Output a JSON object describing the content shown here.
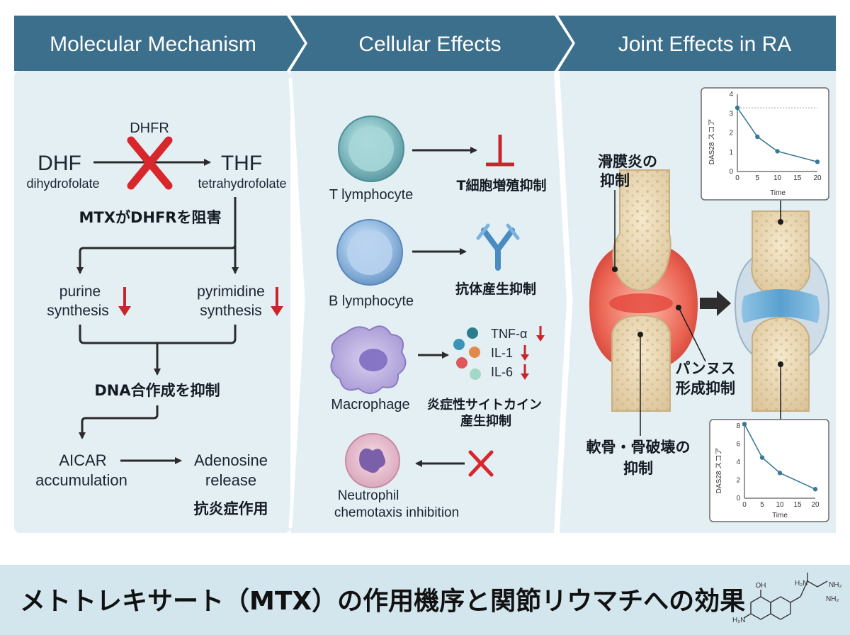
{
  "headers": {
    "molecular": "Molecular Mechanism",
    "cellular": "Cellular Effects",
    "joint": "Joint Effects in RA"
  },
  "molecular": {
    "enzyme": "DHFR",
    "dhf": "DHF",
    "dhf_full": "dihydrofolate",
    "thf": "THF",
    "thf_full": "tetrahydrofolate",
    "mtx_inhibits": "MTXがDHFRを阻害",
    "purine_1": "purine",
    "purine_2": "synthesis",
    "pyrimidine_1": "pyrimidine",
    "pyrimidine_2": "synthesis",
    "dna": "DNA合作成を抑制",
    "aicar_1": "AICAR",
    "aicar_2": "accumulation",
    "adenosine_1": "Adenosine",
    "adenosine_2": "release",
    "anti_inflam": "抗炎症作用"
  },
  "cellular": {
    "t_cell": "T lymphocyte",
    "t_effect": "T細胞増殖抑制",
    "b_cell": "B lymphocyte",
    "b_effect": "抗体産生抑制",
    "macrophage": "Macrophage",
    "cytokine_effect_1": "炎症性サイトカイン",
    "cytokine_effect_2": "産生抑制",
    "cytokines": [
      "TNF-α",
      "IL-1",
      "IL-6"
    ],
    "neutrophil_1": "Neutrophil",
    "neutrophil_2": "chemotaxis inhibition"
  },
  "joint": {
    "synovitis_1": "滑膜炎の",
    "synovitis_2": "抑制",
    "pannus_1": "パンヌス",
    "pannus_2": "形成抑制",
    "cartilage_1": "軟骨・骨破壊の",
    "cartilage_2": "抑制"
  },
  "chart_data": [
    {
      "type": "line",
      "x": [
        0,
        5,
        10,
        20
      ],
      "y": [
        3.3,
        1.8,
        1.05,
        0.5
      ],
      "xlabel": "Time",
      "ylabel": "DAS28 スコア",
      "xlim": [
        0,
        20
      ],
      "ylim": [
        0,
        4
      ],
      "xticks": [
        0,
        5,
        10,
        15,
        20
      ],
      "yticks": [
        0,
        1,
        2,
        3,
        4
      ],
      "reference_line": 3.3
    },
    {
      "type": "line",
      "x": [
        0,
        5,
        10,
        20
      ],
      "y": [
        8.2,
        4.5,
        2.8,
        1.0
      ],
      "xlabel": "Time",
      "ylabel": "DAS28 スコア",
      "xlim": [
        0,
        20
      ],
      "ylim": [
        0,
        8
      ],
      "xticks": [
        0,
        5,
        10,
        15,
        20
      ],
      "yticks": [
        0,
        2,
        4,
        6,
        8
      ]
    }
  ],
  "footer": {
    "title": "メトトレキサート（MTX）の作用機序と関節リウマチへの効果",
    "oh": "OH",
    "nh2_a": "NH₂",
    "nh2_b": "NH₂",
    "h2n": "H₂N",
    "h2n_b": "H₂N"
  },
  "colors": {
    "header": "#3c6f8c",
    "panel": "#e4eff4",
    "footer": "#d3e6ee",
    "arrow_down": "#c8262c",
    "chart_line": "#3a7a96"
  }
}
